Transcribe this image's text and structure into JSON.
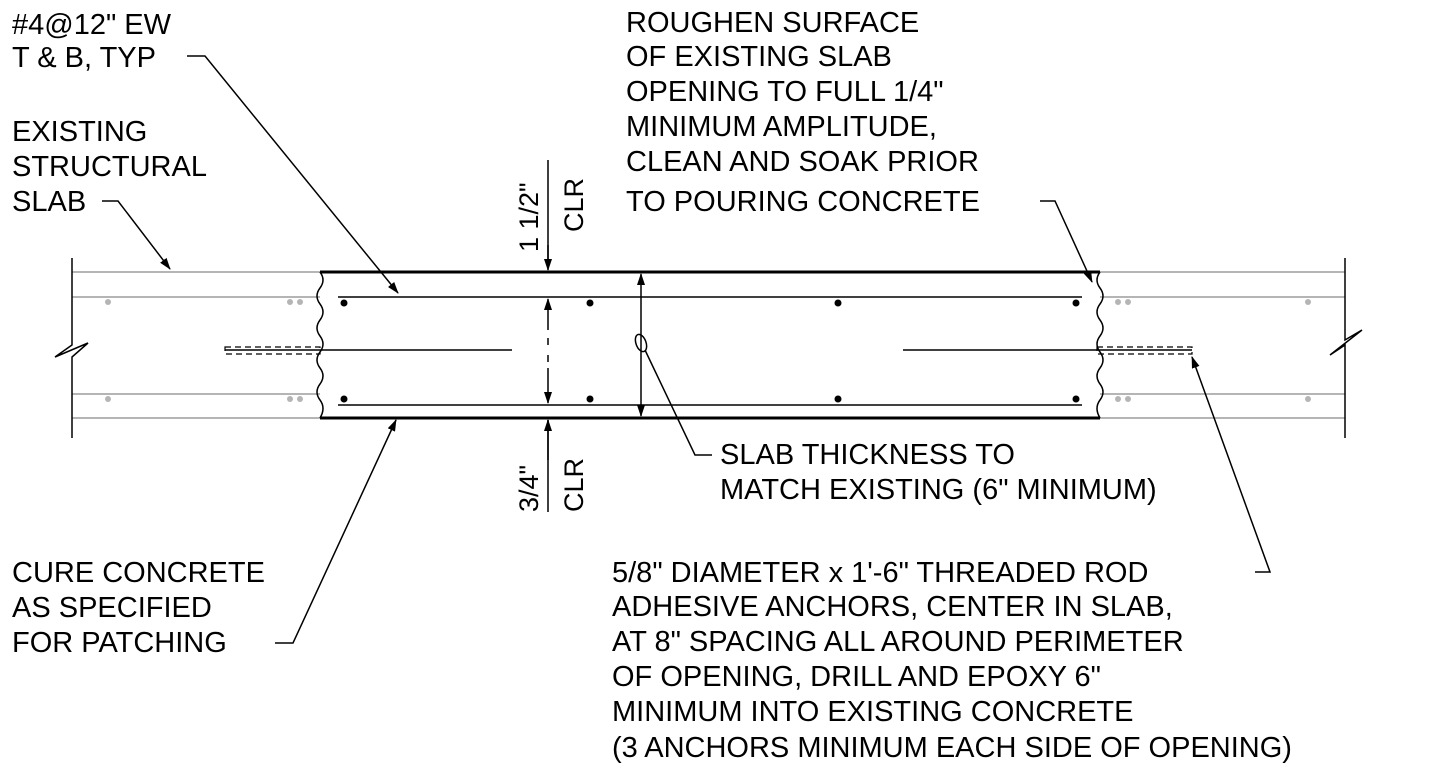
{
  "notes": {
    "rebar": [
      "#4@12\" EW",
      "T & B, TYP"
    ],
    "existing_slab": [
      "EXISTING",
      "STRUCTURAL",
      "SLAB"
    ],
    "roughen": [
      "ROUGHEN SURFACE",
      "OF EXISTING SLAB",
      "OPENING TO FULL 1/4\"",
      "MINIMUM AMPLITUDE,",
      "CLEAN AND SOAK PRIOR",
      "TO POURING CONCRETE"
    ],
    "thickness": [
      "SLAB THICKNESS TO",
      "MATCH EXISTING (6\" MINIMUM)"
    ],
    "cure": [
      "CURE CONCRETE",
      "AS SPECIFIED",
      "FOR PATCHING"
    ],
    "anchors": [
      "5/8\" DIAMETER x 1'-6\" THREADED ROD",
      "ADHESIVE ANCHORS, CENTER IN SLAB,",
      "AT 8\" SPACING ALL AROUND PERIMETER",
      "OF OPENING, DRILL AND EPOXY 6\"",
      "MINIMUM INTO EXISTING CONCRETE",
      "(3 ANCHORS MINIMUM EACH SIDE OF OPENING)"
    ]
  },
  "dimensions": {
    "top_clear": {
      "value": "1 1/2\"",
      "label": "CLR"
    },
    "bottom_clear": {
      "value": "3/4\"",
      "label": "CLR"
    }
  },
  "colors": {
    "ink": "#000000",
    "existing": "#b5b5b5"
  }
}
